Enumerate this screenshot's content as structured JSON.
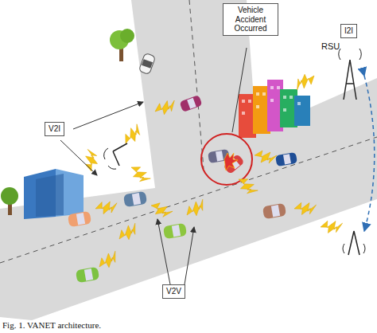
{
  "diagram": {
    "caption": "Fig. 1. VANET architecture.",
    "nodes": [
      {
        "text": [
          "Vehicle Accident Occurred"
        ]
      },
      {
        "text": [
          "I2I"
        ]
      },
      {
        "text": [
          "V2I"
        ]
      },
      {
        "text": [
          "V2V"
        ]
      }
    ],
    "labels": [
      "RSU"
    ]
  }
}
